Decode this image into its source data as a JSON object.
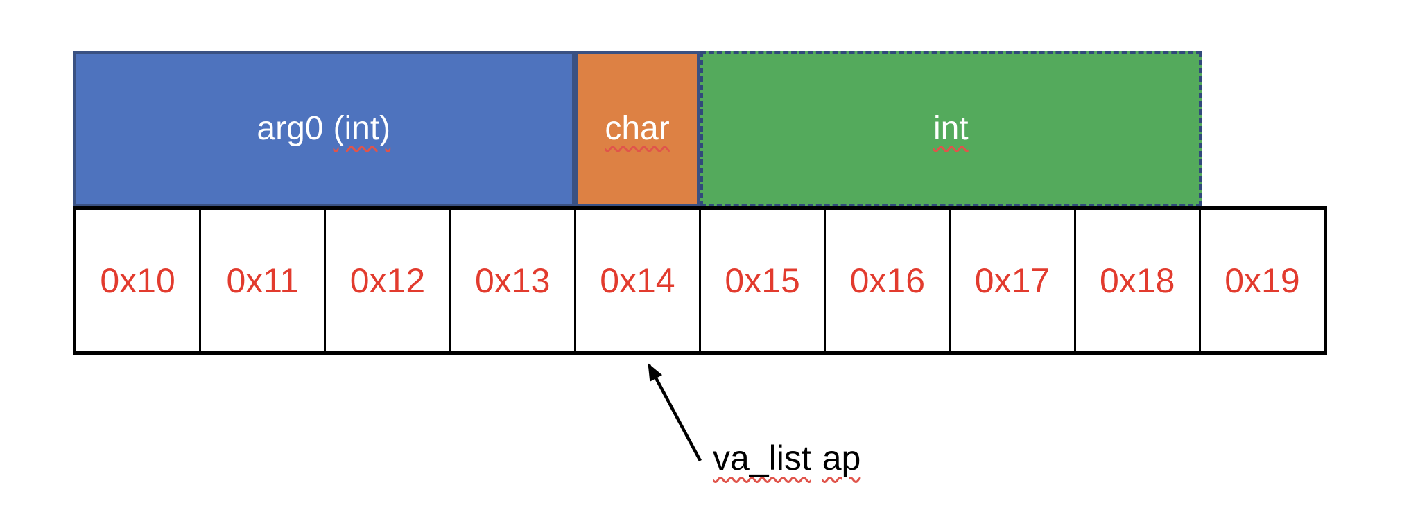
{
  "canvas": {
    "background": "#ffffff"
  },
  "blocks": {
    "arg0": {
      "label_main": "arg0",
      "label_type": "(int)",
      "fill": "#4E73BE",
      "border": "#3A5182",
      "border_style": "solid",
      "span_cells": 4,
      "covers": [
        "0x10",
        "0x11",
        "0x12",
        "0x13"
      ],
      "text_color": "#ffffff"
    },
    "char": {
      "label": "char",
      "fill": "#DD8144",
      "border": "#3A5182",
      "border_style": "solid",
      "span_cells": 1,
      "covers": [
        "0x14"
      ],
      "text_color": "#ffffff"
    },
    "int": {
      "label": "int",
      "fill": "#54AA5C",
      "border": "#31497B",
      "border_style": "dashed",
      "span_cells": 4,
      "covers": [
        "0x15",
        "0x16",
        "0x17",
        "0x18"
      ],
      "text_color": "#ffffff"
    }
  },
  "memory_row": {
    "cells": [
      "0x10",
      "0x11",
      "0x12",
      "0x13",
      "0x14",
      "0x15",
      "0x16",
      "0x17",
      "0x18",
      "0x19"
    ],
    "address_color": "#E23B2E",
    "border_color": "#000000"
  },
  "annotation": {
    "word1": "va_list",
    "word2": "ap",
    "text_color": "#000000",
    "arrow_color": "#000000",
    "points_to_cell": "0x14"
  },
  "spellcheck_underline_color": "#E0544B"
}
